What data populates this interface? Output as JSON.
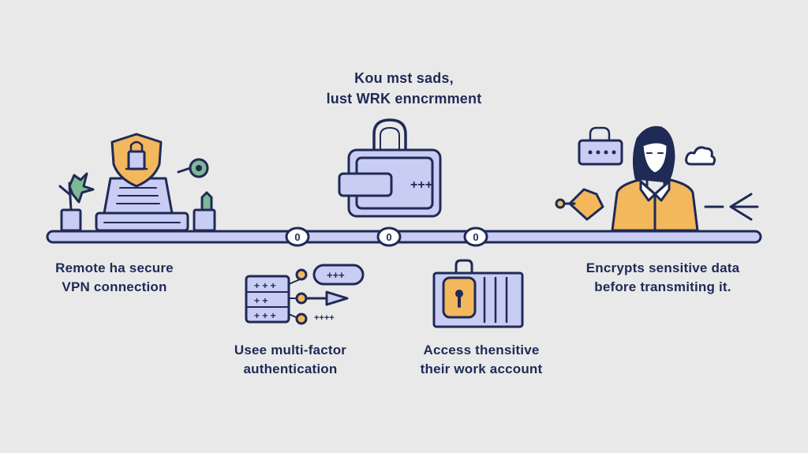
{
  "heading": {
    "line1": "Kou mst sads,",
    "line2": "lust WRK enncrmment"
  },
  "captions": {
    "vpn": {
      "line1": "Remote ha secure",
      "line2": "VPN connection"
    },
    "mfa": {
      "line1": "Usee multi-factor",
      "line2": "authentication"
    },
    "access": {
      "line1": "Access thensitive",
      "line2": "their work account"
    },
    "encrypt": {
      "line1": "Encrypts sensitive data",
      "line2": "before transmiting it."
    }
  },
  "timeline": {
    "node_labels": [
      "0",
      "0",
      "0"
    ]
  },
  "colors": {
    "background": "#e9e9ea",
    "outline": "#1f2a55",
    "lavender": "#c9cdf3",
    "yellow": "#f3b75c",
    "green": "#7fb896"
  }
}
